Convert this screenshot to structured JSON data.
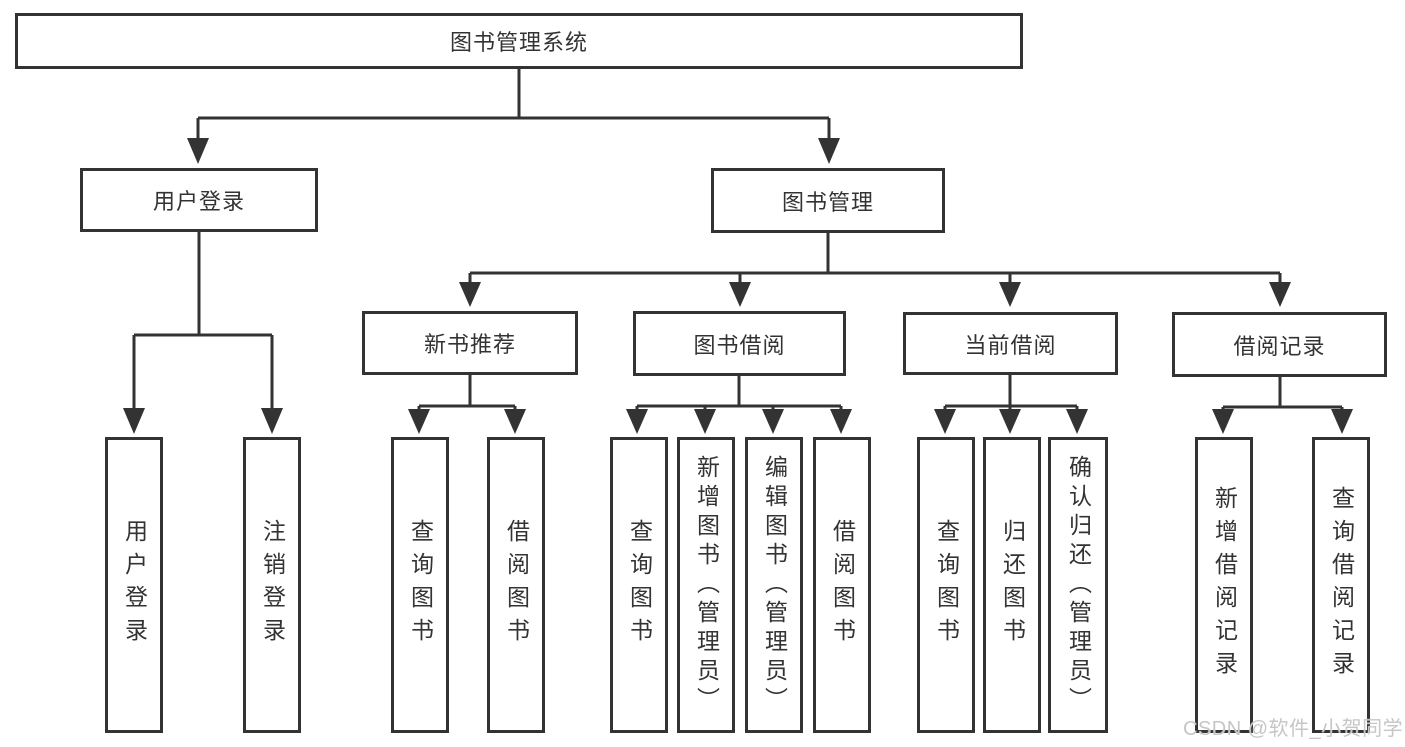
{
  "title": {
    "label": "图书管理系统"
  },
  "branches": {
    "user_login": {
      "label": "用户登录",
      "children": [
        "用户登录",
        "注销登录"
      ]
    },
    "book_mgmt": {
      "label": "图书管理"
    }
  },
  "modules": [
    {
      "label": "新书推荐",
      "children": [
        "查询图书",
        "借阅图书"
      ]
    },
    {
      "label": "图书借阅",
      "children": [
        "查询图书",
        "新增图书（管理员）",
        "编辑图书（管理员）",
        "借阅图书"
      ]
    },
    {
      "label": "当前借阅",
      "children": [
        "查询图书",
        "归还图书",
        "确认归还（管理员）"
      ]
    },
    {
      "label": "借阅记录",
      "children": [
        "新增借阅记录",
        "查询借阅记录"
      ]
    }
  ],
  "watermark": "CSDN @软件_小贺同学",
  "colors": {
    "line": "#333333",
    "text": "#333333",
    "watermark": "#c6c6c6",
    "background": "#ffffff"
  }
}
